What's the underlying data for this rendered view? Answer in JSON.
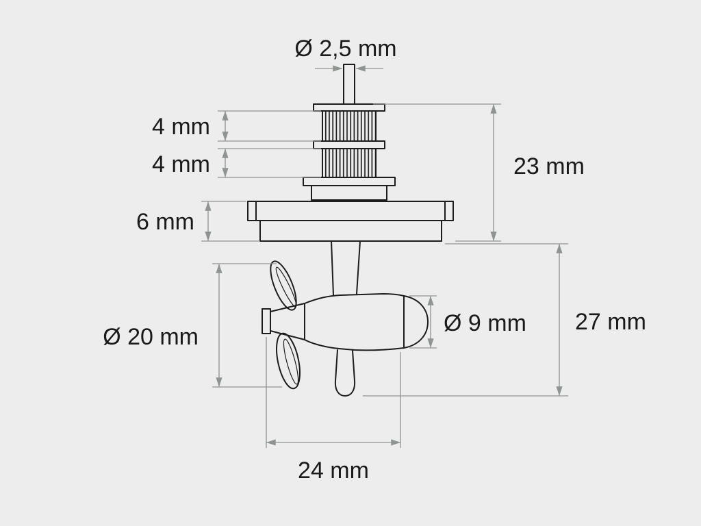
{
  "colors": {
    "background": "#ecedec",
    "ink": "#1c1c1c",
    "dimension": "#8e948f",
    "text": "#1a1a1a"
  },
  "dimensions": {
    "shaft_diameter": "Ø 2,5 mm",
    "pulley_width_upper": "4 mm",
    "pulley_width_lower": "4 mm",
    "upper_height": "23 mm",
    "flange_thickness": "6 mm",
    "propeller_diameter": "Ø 20 mm",
    "dome_diameter": "Ø 9 mm",
    "lower_height": "27 mm",
    "lower_length": "24 mm"
  }
}
